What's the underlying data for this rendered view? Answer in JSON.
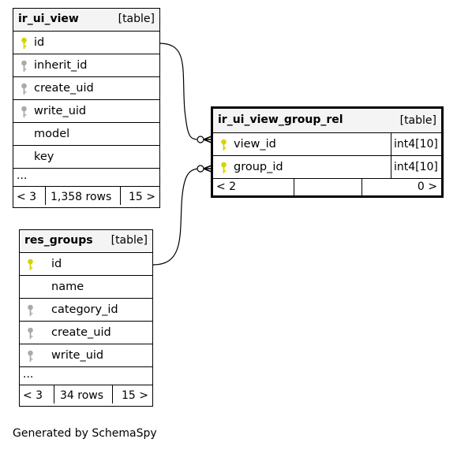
{
  "tables": {
    "ir_ui_view": {
      "name": "ir_ui_view",
      "tag": "[table]",
      "columns": [
        "id",
        "inherit_id",
        "create_uid",
        "write_uid",
        "model",
        "key"
      ],
      "ellipsis": "...",
      "footer": {
        "parents": "< 3",
        "rows": "1,358 rows",
        "children": "15 >"
      }
    },
    "ir_ui_view_group_rel": {
      "name": "ir_ui_view_group_rel",
      "tag": "[table]",
      "columns": [
        {
          "name": "view_id",
          "type": "int4[10]"
        },
        {
          "name": "group_id",
          "type": "int4[10]"
        }
      ],
      "footer": {
        "parents": "< 2",
        "rows": "",
        "children": "0 >"
      }
    },
    "res_groups": {
      "name": "res_groups",
      "tag": "[table]",
      "columns": [
        "id",
        "name",
        "category_id",
        "create_uid",
        "write_uid"
      ],
      "ellipsis": "...",
      "footer": {
        "parents": "< 3",
        "rows": "34 rows",
        "children": "15 >"
      }
    }
  },
  "colors": {
    "primary_key": "#d4d400",
    "foreign_key": "#aaaaaa",
    "header_bg": "#f4f4f4"
  },
  "caption": "Generated by SchemaSpy"
}
